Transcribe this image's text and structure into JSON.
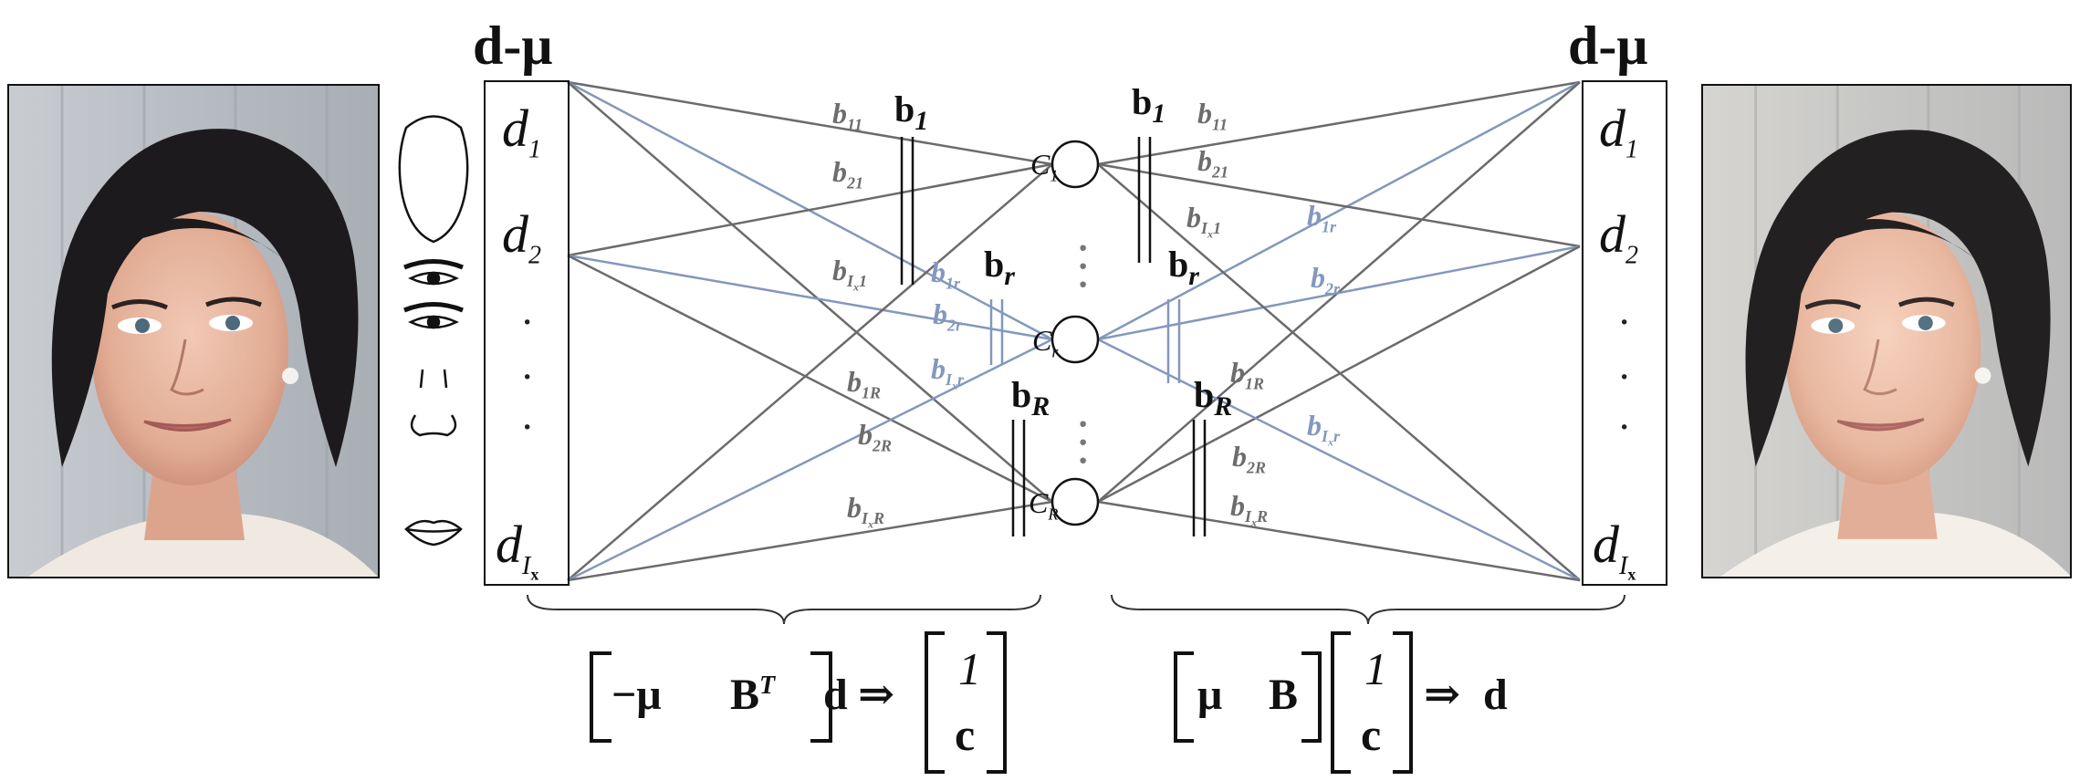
{
  "title_left": "d-μ",
  "title_right": "d-μ",
  "input_labels": {
    "d1": {
      "base": "d",
      "sub": "1"
    },
    "d2": {
      "base": "d",
      "sub": "2"
    },
    "dI": {
      "base": "d",
      "sub": "I",
      "subsub": "x"
    }
  },
  "dots_v": "·",
  "components": {
    "c1": {
      "base": "C",
      "sub": "1"
    },
    "cr": {
      "base": "C",
      "sub": "r"
    },
    "cR": {
      "base": "C",
      "sub": "R"
    }
  },
  "vectors": {
    "b1": {
      "base": "b",
      "sub": "1"
    },
    "br": {
      "base": "b",
      "sub": "r"
    },
    "bR": {
      "base": "b",
      "sub": "R"
    }
  },
  "weights": {
    "b11": {
      "base": "b",
      "sub": "11"
    },
    "b21": {
      "base": "b",
      "sub": "21"
    },
    "bI1": {
      "base": "b",
      "sub": "I",
      "subsub": "x",
      "tail": "1"
    },
    "b1r": {
      "base": "b",
      "sub": "1r"
    },
    "b2r": {
      "base": "b",
      "sub": "2r"
    },
    "bIr": {
      "base": "b",
      "sub": "I",
      "subsub": "x",
      "tail": "r"
    },
    "b1R": {
      "base": "b",
      "sub": "1R"
    },
    "b2R": {
      "base": "b",
      "sub": "2R"
    },
    "bIR": {
      "base": "b",
      "sub": "I",
      "subsub": "x",
      "tail": "R"
    }
  },
  "equations": {
    "left": {
      "minus_mu": "−μ",
      "Bt": "B",
      "Bt_sup": "T",
      "d": "d",
      "arrow": "⇒",
      "m1": "1",
      "m2": "c"
    },
    "right": {
      "mu": "μ",
      "B": "B",
      "arrow": "⇒",
      "d": "d",
      "m1": "1",
      "m2": "c"
    }
  },
  "colors": {
    "gray_line": "#6b6b6b",
    "blue_line": "#8398bd",
    "frame": "#111111"
  },
  "icons": {
    "face_left": "portrait-photo",
    "face_right": "reconstructed-portrait-photo",
    "face_parts": "facial-feature-sketches"
  }
}
